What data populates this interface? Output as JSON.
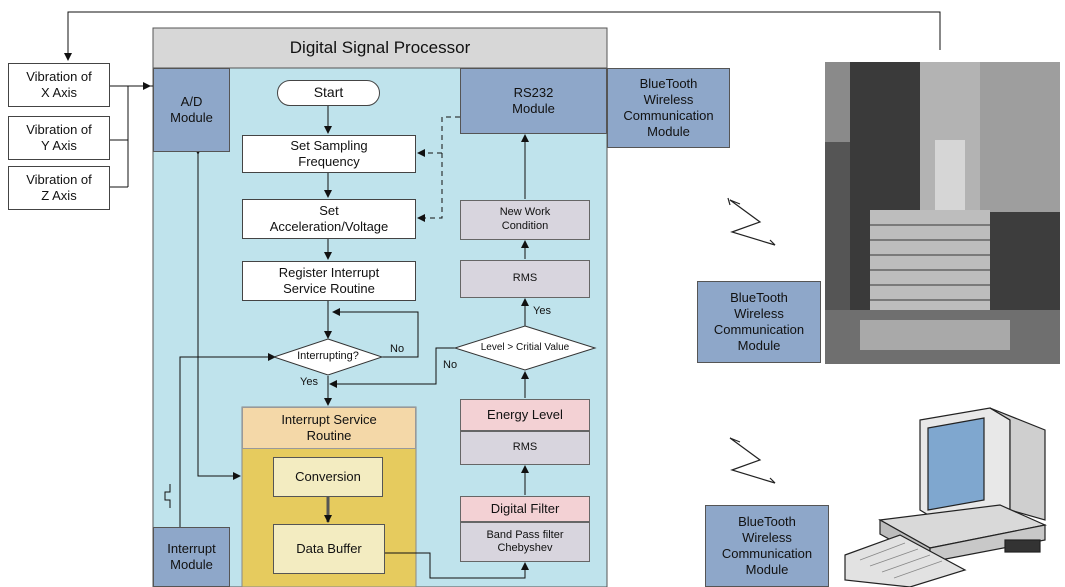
{
  "dsp_title": "Digital Signal Processor",
  "vibration": {
    "x": "Vibration of\nX Axis",
    "y": "Vibration of\nY Axis",
    "z": "Vibration of\nZ Axis"
  },
  "modules": {
    "ad": "A/D\nModule",
    "rs232": "RS232\nModule",
    "bt_dsp": "BlueTooth\nWireless\nCommunication\nModule",
    "bt_machine": "BlueTooth\nWireless\nCommunication\nModule",
    "bt_pc": "BlueTooth\nWireless\nCommunication\nModule",
    "interrupt": "Interrupt\nModule"
  },
  "flow": {
    "start": "Start",
    "set_sampling": "Set Sampling\nFrequency",
    "set_accel": "Set\nAcceleration/Voltage",
    "register_isr": "Register Interrupt\nService Routine",
    "interrupting": "Interrupting?",
    "no_left": "No",
    "yes_left": "Yes",
    "isr_title": "Interrupt Service\nRoutine",
    "conversion": "Conversion",
    "data_buffer": "Data Buffer",
    "digital_filter": "Digital Filter",
    "bandpass": "Band Pass filter\nChebyshev",
    "energy_level": "Energy Level",
    "rms_lower": "RMS",
    "level_check": "Level > Critial Value",
    "yes_right": "Yes",
    "no_right": "No",
    "rms_upper": "RMS",
    "new_work": "New Work\nCondition"
  }
}
